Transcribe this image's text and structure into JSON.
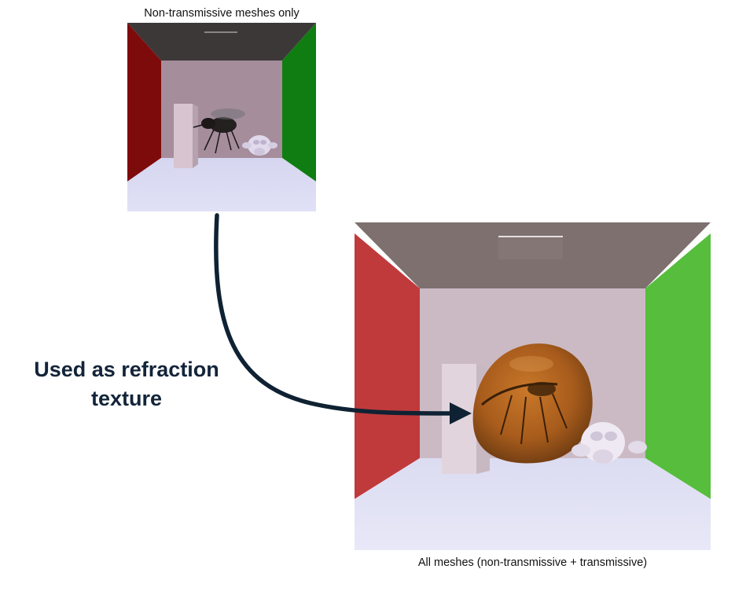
{
  "top_render": {
    "caption": "Non-transmissive meshes only"
  },
  "bottom_render": {
    "caption": "All meshes (non-transmissive + transmissive)"
  },
  "annotation": {
    "line1": "Used as refraction",
    "line2": "texture"
  },
  "colors": {
    "arrow": "#0f2233",
    "ceiling": "#7d706f",
    "back_wall": "#cbbac4",
    "left_wall": "#c03a3c",
    "right_wall": "#56bd3d",
    "floor": "#e3e4f6",
    "amber": "#b26420"
  }
}
